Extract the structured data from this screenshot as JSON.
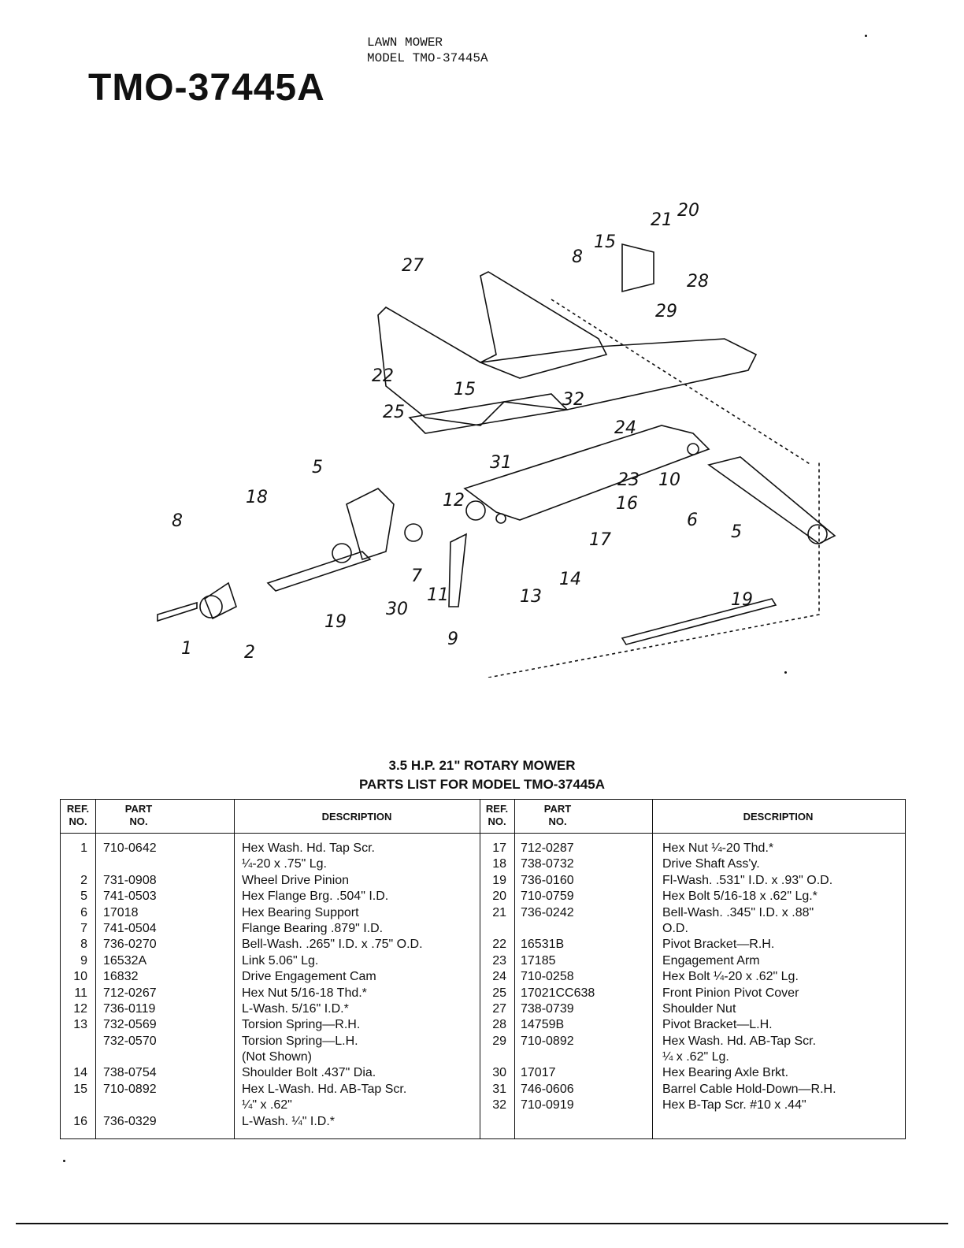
{
  "header": {
    "line1": "LAWN MOWER",
    "line2": "MODEL TMO-37445A",
    "model_big": "TMO-37445A"
  },
  "diagram_callouts": [
    "1",
    "2",
    "5",
    "5",
    "6",
    "7",
    "8",
    "8",
    "9",
    "10",
    "11",
    "12",
    "13",
    "14",
    "15",
    "15",
    "16",
    "17",
    "18",
    "19",
    "19",
    "20",
    "21",
    "22",
    "23",
    "24",
    "25",
    "27",
    "28",
    "29",
    "30",
    "31",
    "32"
  ],
  "parts_list": {
    "title1": "3.5 H.P. 21\" ROTARY MOWER",
    "title2": "PARTS LIST FOR MODEL TMO-37445A",
    "headers": {
      "ref": "REF.",
      "ref2": "NO.",
      "part": "PART",
      "part2": "NO.",
      "desc": "DESCRIPTION"
    },
    "left": [
      {
        "ref": "1",
        "part": "710-0642",
        "desc": "Hex Wash. Hd. Tap Scr."
      },
      {
        "ref": "",
        "part": "",
        "desc": "¼-20 x .75\" Lg."
      },
      {
        "ref": "2",
        "part": "731-0908",
        "desc": "Wheel Drive Pinion"
      },
      {
        "ref": "5",
        "part": "741-0503",
        "desc": "Hex Flange Brg. .504\" I.D."
      },
      {
        "ref": "6",
        "part": "17018",
        "desc": "Hex Bearing Support"
      },
      {
        "ref": "7",
        "part": "741-0504",
        "desc": "Flange Bearing .879\" I.D."
      },
      {
        "ref": "8",
        "part": "736-0270",
        "desc": "Bell-Wash. .265\" I.D. x .75\" O.D."
      },
      {
        "ref": "9",
        "part": "16532A",
        "desc": "Link 5.06\" Lg."
      },
      {
        "ref": "10",
        "part": "16832",
        "desc": "Drive Engagement Cam"
      },
      {
        "ref": "11",
        "part": "712-0267",
        "desc": "Hex Nut 5/16-18 Thd.*"
      },
      {
        "ref": "12",
        "part": "736-0119",
        "desc": "L-Wash. 5/16\" I.D.*"
      },
      {
        "ref": "13",
        "part": "732-0569",
        "desc": "Torsion Spring—R.H."
      },
      {
        "ref": "",
        "part": "732-0570",
        "desc": "Torsion Spring—L.H."
      },
      {
        "ref": "",
        "part": "",
        "desc": "(Not Shown)"
      },
      {
        "ref": "14",
        "part": "738-0754",
        "desc": "Shoulder Bolt .437\" Dia."
      },
      {
        "ref": "15",
        "part": "710-0892",
        "desc": "Hex L-Wash. Hd. AB-Tap Scr."
      },
      {
        "ref": "",
        "part": "",
        "desc": "¼\" x .62\""
      },
      {
        "ref": "16",
        "part": "736-0329",
        "desc": "L-Wash. ¼\" I.D.*"
      }
    ],
    "right": [
      {
        "ref": "17",
        "part": "712-0287",
        "desc": "Hex Nut ¼-20 Thd.*"
      },
      {
        "ref": "18",
        "part": "738-0732",
        "desc": "Drive Shaft Ass'y."
      },
      {
        "ref": "19",
        "part": "736-0160",
        "desc": "Fl-Wash. .531\" I.D. x .93\" O.D."
      },
      {
        "ref": "20",
        "part": "710-0759",
        "desc": "Hex Bolt 5/16-18 x .62\" Lg.*"
      },
      {
        "ref": "21",
        "part": "736-0242",
        "desc": "Bell-Wash. .345\" I.D. x .88\""
      },
      {
        "ref": "",
        "part": "",
        "desc": "O.D."
      },
      {
        "ref": "22",
        "part": "16531B",
        "desc": "Pivot Bracket—R.H."
      },
      {
        "ref": "23",
        "part": "17185",
        "desc": "Engagement Arm"
      },
      {
        "ref": "24",
        "part": "710-0258",
        "desc": "Hex Bolt ¼-20 x .62\" Lg."
      },
      {
        "ref": "25",
        "part": "17021CC638",
        "desc": "Front Pinion Pivot Cover"
      },
      {
        "ref": "27",
        "part": "738-0739",
        "desc": "Shoulder Nut"
      },
      {
        "ref": "28",
        "part": "14759B",
        "desc": "Pivot Bracket—L.H."
      },
      {
        "ref": "29",
        "part": "710-0892",
        "desc": "Hex Wash. Hd. AB-Tap Scr."
      },
      {
        "ref": "",
        "part": "",
        "desc": "¼ x .62\" Lg."
      },
      {
        "ref": "30",
        "part": "17017",
        "desc": "Hex Bearing Axle Brkt."
      },
      {
        "ref": "31",
        "part": "746-0606",
        "desc": "Barrel Cable Hold-Down—R.H."
      },
      {
        "ref": "32",
        "part": "710-0919",
        "desc": "Hex B-Tap Scr. #10 x .44\""
      }
    ]
  }
}
